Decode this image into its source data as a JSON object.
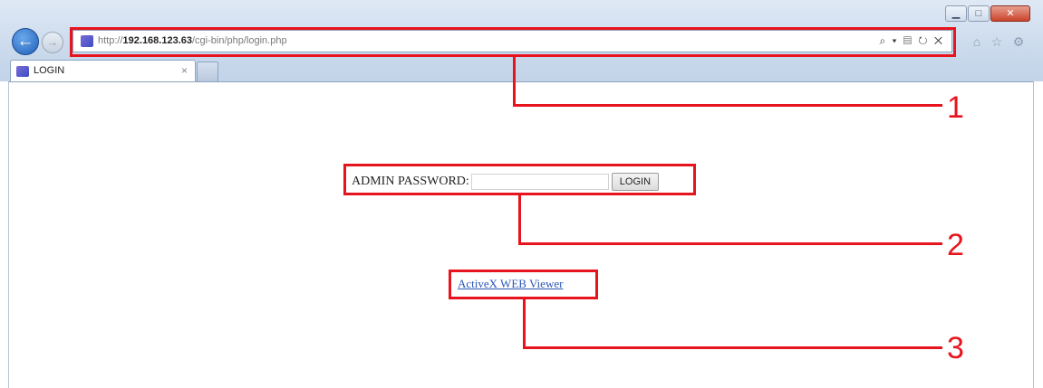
{
  "window": {
    "controls": {
      "minimize": "▁",
      "maximize": "□",
      "close": "✕"
    }
  },
  "nav": {
    "back_icon": "back-arrow-icon",
    "back_glyph": "←",
    "forward_icon": "forward-arrow-icon",
    "forward_glyph": "→"
  },
  "address_bar": {
    "prefix": "http://",
    "host": "192.168.123.63",
    "path": "/cgi-bin/php/login.php",
    "tools": "⌕ ▾ ▤ ↻ ✕"
  },
  "toolbar_icons": {
    "home": "⌂",
    "favorites": "☆",
    "settings": "⚙"
  },
  "tab": {
    "title": "LOGIN",
    "close": "×"
  },
  "page": {
    "password_label": "ADMIN PASSWORD:",
    "password_value": "",
    "login_button": "LOGIN",
    "activex_link": "ActiveX WEB Viewer"
  },
  "callouts": [
    "1",
    "2",
    "3"
  ],
  "colors": {
    "highlight": "#e8141d",
    "link": "#2a57b8",
    "chrome": "#cbdaec"
  }
}
